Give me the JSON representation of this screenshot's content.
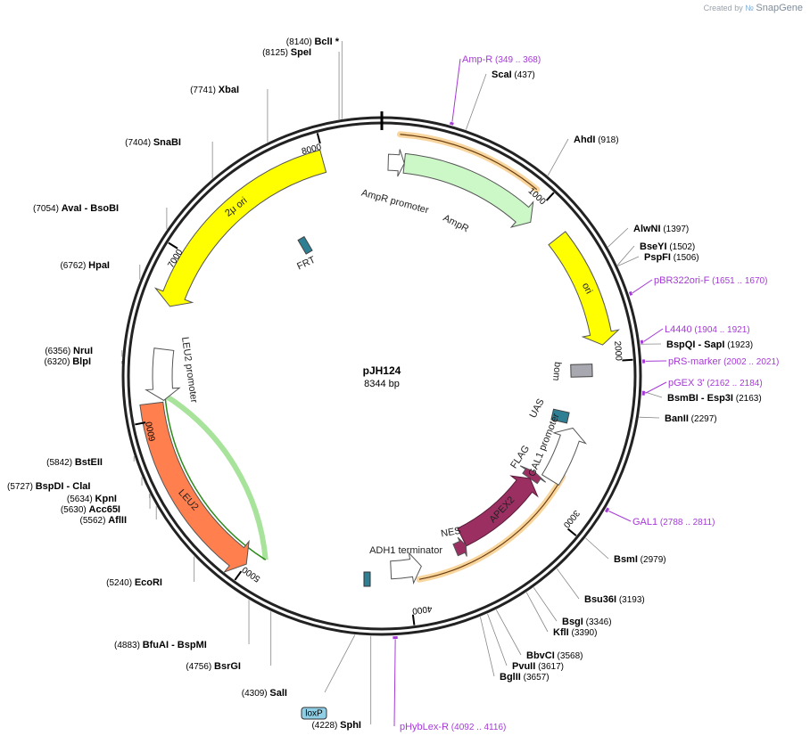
{
  "watermark": {
    "prefix": "Created by",
    "brand": "SnapGene"
  },
  "plasmid": {
    "name": "pJH124",
    "length_text": "8344 bp",
    "length": 8344
  },
  "ruler": {
    "ticks": [
      1000,
      2000,
      3000,
      4000,
      5000,
      6000,
      7000,
      8000
    ],
    "labels": [
      "1000",
      "2000",
      "3000",
      "4000",
      "5000",
      "6000",
      "7000",
      "8000"
    ]
  },
  "enzymes": [
    {
      "name": "BclI *",
      "pos_text": "(8140)",
      "bp": 8140
    },
    {
      "name": "SpeI",
      "pos_text": "(8125)",
      "bp": 8125
    },
    {
      "name": "XbaI",
      "pos_text": "(7741)",
      "bp": 7741
    },
    {
      "name": "SnaBI",
      "pos_text": "(7404)",
      "bp": 7404
    },
    {
      "name": "AvaI",
      "name2": "BsoBI",
      "pos_text": "(7054)",
      "bp": 7054
    },
    {
      "name": "HpaI",
      "pos_text": "(6762)",
      "bp": 6762
    },
    {
      "name": "NruI",
      "pos_text": "(6356)",
      "bp": 6356
    },
    {
      "name": "BlpI",
      "pos_text": "(6320)",
      "bp": 6320
    },
    {
      "name": "BstEII",
      "pos_text": "(5842)",
      "bp": 5842
    },
    {
      "name": "BspDI",
      "name2": "ClaI",
      "pos_text": "(5727)",
      "bp": 5727
    },
    {
      "name": "KpnI",
      "pos_text": "(5634)",
      "bp": 5634
    },
    {
      "name": "Acc65I",
      "pos_text": "(5630)",
      "bp": 5630
    },
    {
      "name": "AflII",
      "pos_text": "(5562)",
      "bp": 5562
    },
    {
      "name": "EcoRI",
      "pos_text": "(5240)",
      "bp": 5240
    },
    {
      "name": "BfuAI",
      "name2": "BspMI",
      "pos_text": "(4883)",
      "bp": 4883
    },
    {
      "name": "BsrGI",
      "pos_text": "(4756)",
      "bp": 4756
    },
    {
      "name": "SalI",
      "pos_text": "(4309)",
      "bp": 4309
    },
    {
      "name": "SphI",
      "pos_text": "(4228)",
      "bp": 4228
    },
    {
      "name": "ScaI",
      "pos_text": "(437)",
      "bp": 437
    },
    {
      "name": "AhdI",
      "pos_text": "(918)",
      "bp": 918
    },
    {
      "name": "AlwNI",
      "pos_text": "(1397)",
      "bp": 1397
    },
    {
      "name": "BseYI",
      "pos_text": "(1502)",
      "bp": 1502
    },
    {
      "name": "PspFI",
      "pos_text": "(1506)",
      "bp": 1506
    },
    {
      "name": "BspQI",
      "name2": "SapI",
      "pos_text": "(1923)",
      "bp": 1923
    },
    {
      "name": "BsmBI",
      "name2": "Esp3I",
      "pos_text": "(2163)",
      "bp": 2163
    },
    {
      "name": "BanII",
      "pos_text": "(2297)",
      "bp": 2297
    },
    {
      "name": "BsmI",
      "pos_text": "(2979)",
      "bp": 2979
    },
    {
      "name": "Bsu36I",
      "pos_text": "(3193)",
      "bp": 3193
    },
    {
      "name": "BsgI",
      "pos_text": "(3346)",
      "bp": 3346
    },
    {
      "name": "KflI",
      "pos_text": "(3390)",
      "bp": 3390
    },
    {
      "name": "BbvCI",
      "pos_text": "(3568)",
      "bp": 3568
    },
    {
      "name": "PvuII",
      "pos_text": "(3617)",
      "bp": 3617
    },
    {
      "name": "BglII",
      "pos_text": "(3657)",
      "bp": 3657
    }
  ],
  "primers": [
    {
      "name": "Amp-R",
      "pos_text": "(349 .. 368)",
      "start": 349,
      "end": 368
    },
    {
      "name": "pBR322ori-F",
      "pos_text": "(1651 .. 1670)",
      "start": 1651,
      "end": 1670
    },
    {
      "name": "L4440",
      "pos_text": "(1904 .. 1921)",
      "start": 1904,
      "end": 1921
    },
    {
      "name": "pRS-marker",
      "pos_text": "(2002 .. 2021)",
      "start": 2002,
      "end": 2021
    },
    {
      "name": "pGEX 3'",
      "pos_text": "(2162 .. 2184)",
      "start": 2162,
      "end": 2184
    },
    {
      "name": "GAL1",
      "pos_text": "(2788 .. 2811)",
      "start": 2788,
      "end": 2811
    },
    {
      "name": "pHybLex-R",
      "pos_text": "(4092 .. 4116)",
      "start": 4092,
      "end": 4116
    }
  ],
  "features": [
    {
      "name": "AmpR promoter",
      "color": "#ffffff"
    },
    {
      "name": "AmpR",
      "color": "#ccf8c8"
    },
    {
      "name": "ori",
      "color": "#ffff00"
    },
    {
      "name": "bom",
      "color": "#a8a8b0"
    },
    {
      "name": "UAS",
      "color": "#2e7f94"
    },
    {
      "name": "GAL1 promoter",
      "color": "#ffffff"
    },
    {
      "name": "FLAG",
      "color": "#9b2f62"
    },
    {
      "name": "APEX2",
      "color": "#9b2f62"
    },
    {
      "name": "NES",
      "color": "#9b2f62"
    },
    {
      "name": "ADH1 terminator",
      "color": "#ffffff"
    },
    {
      "name": "loxP",
      "color": "#8fd0e6"
    },
    {
      "name": "LEU2",
      "color": "#ff7f4f"
    },
    {
      "name": "LEU2 promoter",
      "color": "#ffffff"
    },
    {
      "name": "2μ ori",
      "color": "#ffff00"
    },
    {
      "name": "FRT",
      "color": "#2e7f94"
    }
  ],
  "colors": {
    "backbone": "#222222",
    "primer": "#a53ad6",
    "orf_highlight": "#f2b34a",
    "green_orf": "#2c8a1a"
  }
}
